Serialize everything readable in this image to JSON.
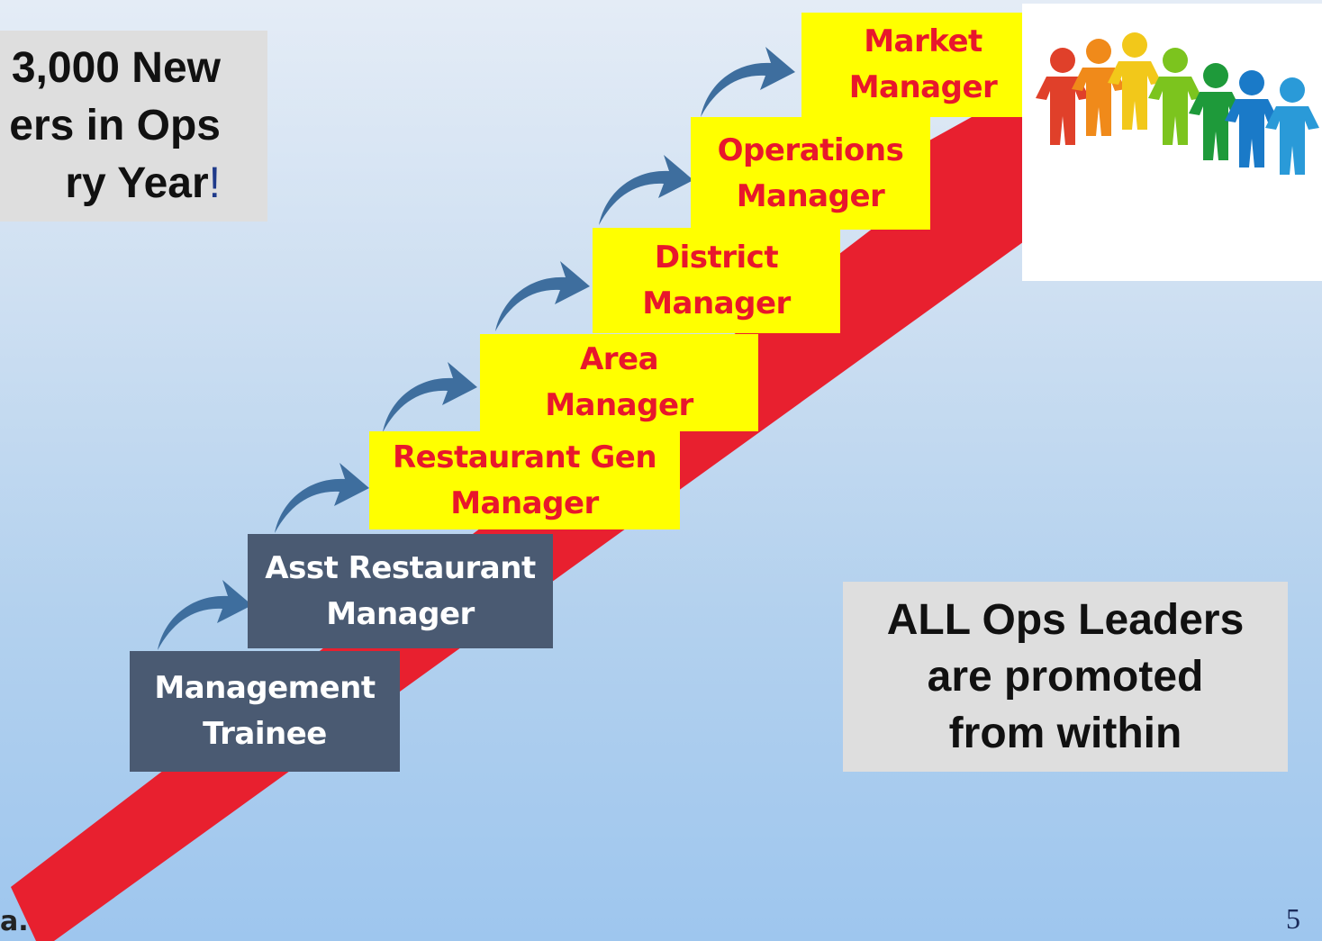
{
  "callout_top": {
    "line1": "3,000 New",
    "line2": "ers in Ops",
    "line3": "ry Year",
    "excl": "!"
  },
  "callout_bottom": {
    "line1": "ALL Ops Leaders",
    "line2": "are promoted",
    "line3": "from within"
  },
  "steps": [
    {
      "line1": "Management",
      "line2": "Trainee"
    },
    {
      "line1": "Asst Restaurant",
      "line2": "Manager"
    },
    {
      "line1": "Restaurant Gen",
      "line2": "Manager"
    },
    {
      "line1": "Area",
      "line2": "Manager"
    },
    {
      "line1": "District",
      "line2": "Manager"
    },
    {
      "line1": "Operations",
      "line2": "Manager"
    },
    {
      "line1": "Market",
      "line2": "Manager"
    }
  ],
  "colors": {
    "arrow_red": "#e8202f",
    "dark_step": "#4a5a72",
    "yellow_step": "#ffff00",
    "yellow_text": "#e8172c",
    "curve_arrow": "#3e6e9e"
  },
  "people_colors": [
    "#e0402a",
    "#f08a1a",
    "#f2c81a",
    "#7cc41e",
    "#1e9a3a",
    "#1a7ac8",
    "#2a9ad8"
  ],
  "page_number": "5",
  "logo_fragment": "a."
}
